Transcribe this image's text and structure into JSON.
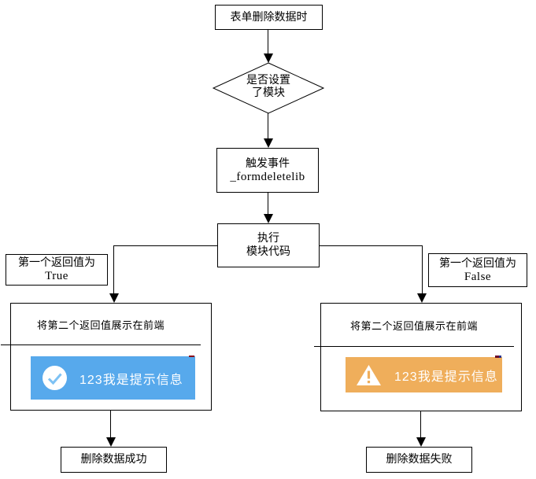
{
  "flow": {
    "start": {
      "label": "表单删除数据时"
    },
    "decision": {
      "line1": "是否设置",
      "line2": "了模块"
    },
    "trigger": {
      "line1": "触发事件",
      "line2": "_formdeletelib"
    },
    "execute": {
      "line1": "执行",
      "line2": "模块代码"
    },
    "branch_true": {
      "line1": "第一个返回值为",
      "line2": "True"
    },
    "branch_false": {
      "line1": "第一个返回值为",
      "line2": "False"
    },
    "display_true": {
      "title": "将第二个返回值展示在前端"
    },
    "display_false": {
      "title": "将第二个返回值展示在前端"
    },
    "toast_success": {
      "text": "123我是提示信息",
      "icon": "check-circle-icon",
      "bg": "#57a9ec"
    },
    "toast_warning": {
      "text": "123我是提示信息",
      "icon": "warning-triangle-icon",
      "bg": "#efae5b"
    },
    "end_success": {
      "label": "删除数据成功"
    },
    "end_failure": {
      "label": "删除数据失败"
    }
  },
  "colors": {
    "line": "#000000",
    "node_border": "#000000",
    "toast_success_bg": "#57a9ec",
    "toast_warning_bg": "#efae5b",
    "check_stroke": "#7ec2f4",
    "warning_glyph": "#efae5b"
  }
}
